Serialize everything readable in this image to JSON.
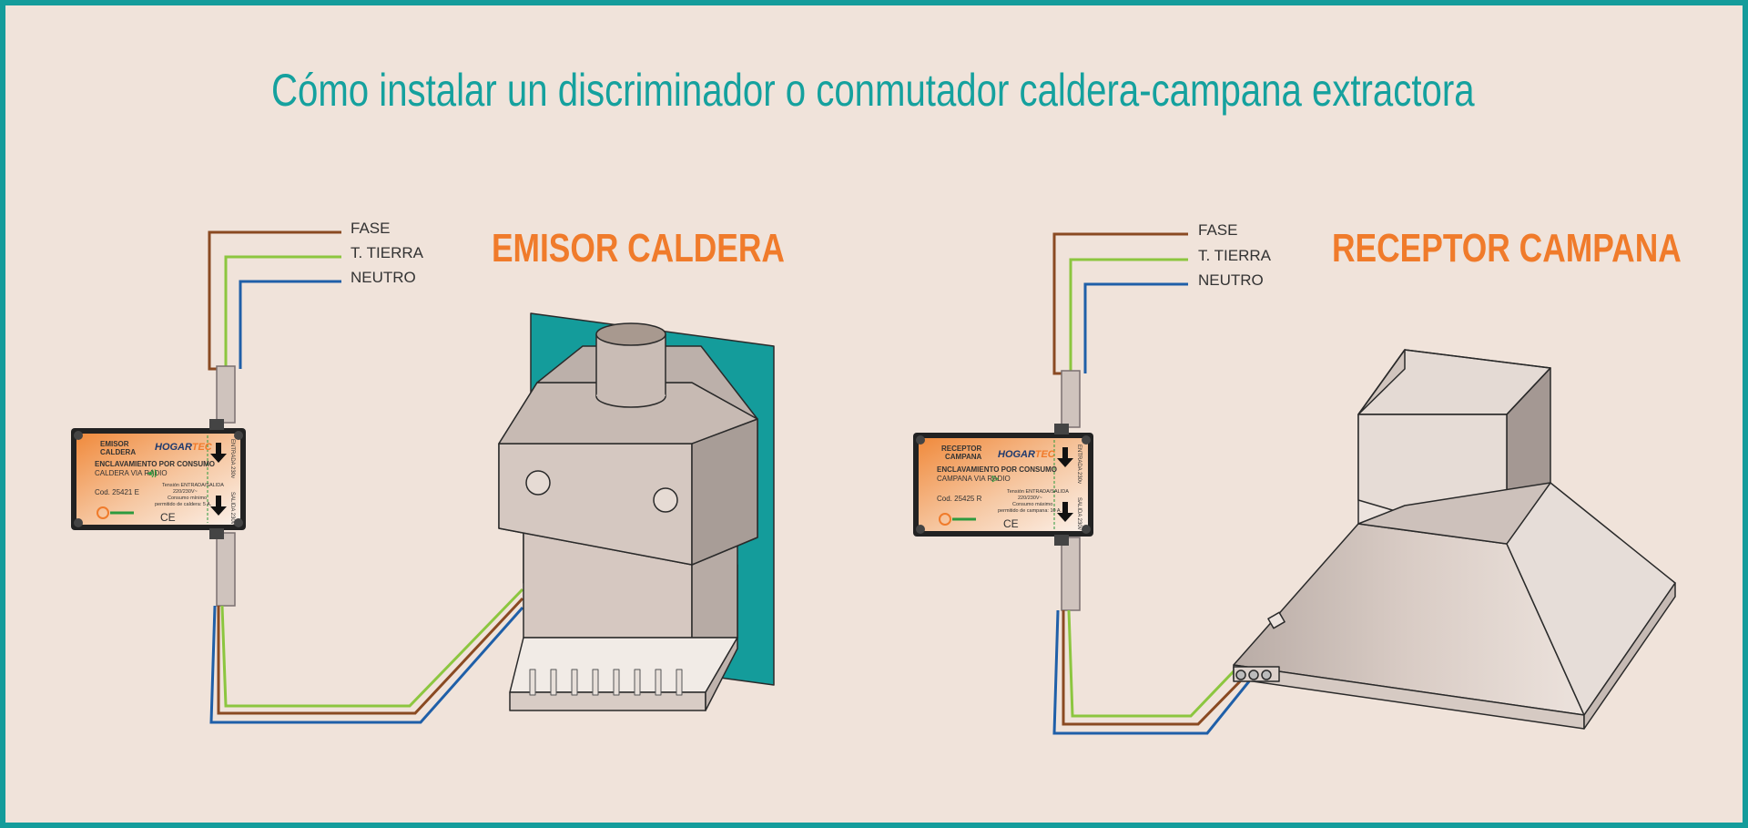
{
  "title": "Cómo instalar un discriminador o conmutador caldera-campana extractora",
  "colors": {
    "frame": "#149c9b",
    "background": "#f0e3da",
    "title": "#15a19e",
    "section_title": "#f07b2b",
    "wire_fase": "#8a4a22",
    "wire_tierra": "#8cc63f",
    "wire_neutro": "#1f5fa8",
    "wall_panel": "#149c9b"
  },
  "emisor": {
    "heading": "EMISOR CALDERA",
    "wires": {
      "fase": "FASE",
      "tierra": "T. TIERRA",
      "neutro": "NEUTRO"
    },
    "device": {
      "name_line1": "EMISOR",
      "name_line2": "CALDERA",
      "brand1": "HOGAR",
      "brand2": "TEC",
      "function": "ENCLAVAMIENTO POR CONSUMO",
      "mode": "CALDERA VIA RADIO",
      "code": "Cod. 25421 E",
      "input_label": "ENTRADA 230v",
      "output_label": "SALIDA 230v",
      "spec1": "Tensión ENTRADA/SALIDA",
      "spec2": "220/230V~",
      "spec3": "Consumo mínimo",
      "spec4": "permitido de caldera: 5 A.",
      "ce": "CE"
    }
  },
  "receptor": {
    "heading": "RECEPTOR CAMPANA",
    "wires": {
      "fase": "FASE",
      "tierra": "T. TIERRA",
      "neutro": "NEUTRO"
    },
    "device": {
      "name_line1": "RECEPTOR",
      "name_line2": "CAMPANA",
      "brand1": "HOGAR",
      "brand2": "TEC",
      "function": "ENCLAVAMIENTO POR CONSUMO",
      "mode": "CAMPANA VIA RADIO",
      "code": "Cod. 25425 R",
      "input_label": "ENTRADA 230v",
      "output_label": "SALIDA 230v",
      "spec1": "Tensión ENTRADA/SALIDA",
      "spec2": "220/230V~",
      "spec3": "Consumo máximo",
      "spec4": "permitido de campana: 10 A.",
      "ce": "CE"
    }
  }
}
